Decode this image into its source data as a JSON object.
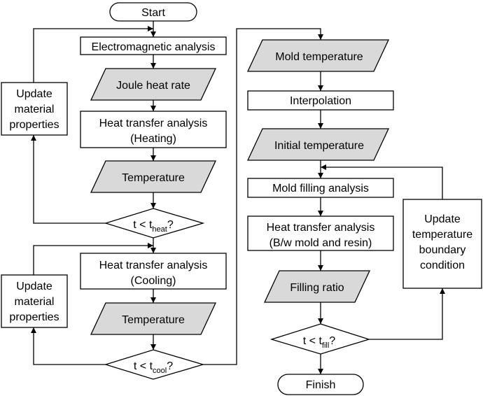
{
  "start": "Start",
  "finish": "Finish",
  "nodes": {
    "electromagnetic": "Electromagnetic analysis",
    "joule": "Joule heat rate",
    "heating": [
      "Heat transfer analysis",
      "(Heating)"
    ],
    "temperature1": "Temperature",
    "update1": [
      "Update",
      "material",
      "properties"
    ],
    "cooling": [
      "Heat transfer analysis",
      "(Cooling)"
    ],
    "temperature2": "Temperature",
    "update2": [
      "Update",
      "material",
      "properties"
    ],
    "mold_temperature": "Mold temperature",
    "interpolation": "Interpolation",
    "initial_temperature": "Initial temperature",
    "mold_filling": "Mold filling analysis",
    "hta_mold_resin": [
      "Heat transfer analysis",
      "(B/w mold and resin)"
    ],
    "filling_ratio": "Filling ratio",
    "update_bc": [
      "Update",
      "temperature",
      "boundary",
      "condition"
    ]
  },
  "decisions": {
    "heat": {
      "prefix": "t < t",
      "sub": "heat",
      "suffix": "?"
    },
    "cool": {
      "prefix": "t < t",
      "sub": "cool",
      "suffix": "?"
    },
    "fill": {
      "prefix": "t < t",
      "sub": "fill",
      "suffix": "?"
    }
  }
}
